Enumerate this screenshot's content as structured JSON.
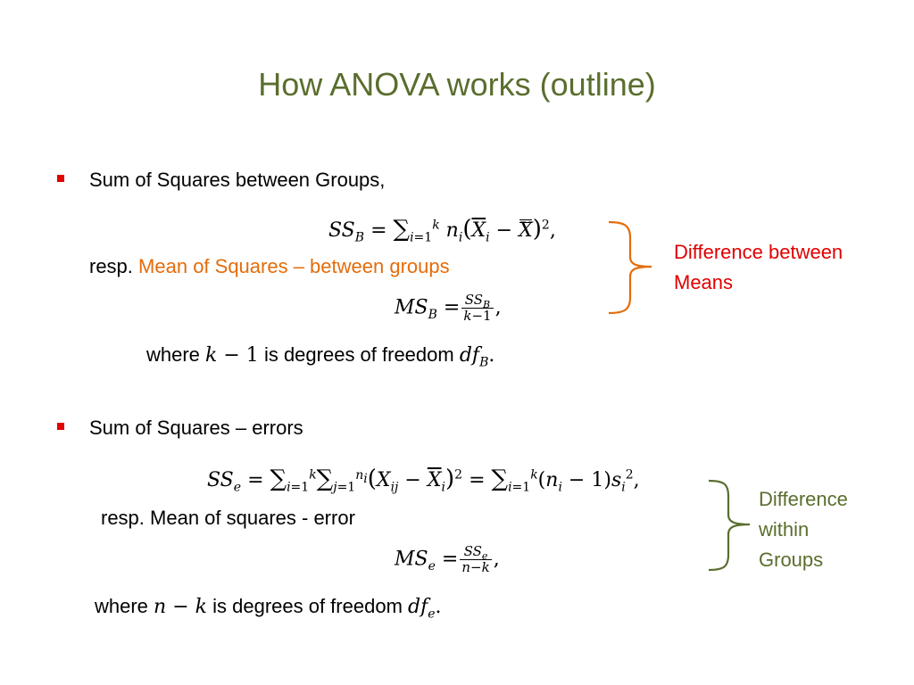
{
  "title": "How ANOVA works (outline)",
  "section1": {
    "heading": "Sum of Squares between Groups,",
    "resp_prefix": "resp.",
    "resp_highlight": "Mean of Squares – between groups",
    "where_prefix": "where",
    "where_middle": "is degrees of freedom",
    "annotation_line1": "Difference between",
    "annotation_line2": "Means"
  },
  "section2": {
    "heading": "Sum of Squares – errors",
    "resp_text": "resp. Mean of squares - error",
    "where_prefix": "where",
    "where_middle": "is degrees of freedom",
    "annotation_line1": "Difference",
    "annotation_line2": "within",
    "annotation_line3": "Groups"
  },
  "colors": {
    "title": "#5a6e2e",
    "bullet": "#e00000",
    "highlight": "#e46c0a",
    "annotation1": "#e00000",
    "annotation2": "#5a6e2e",
    "brace1": "#e46c0a",
    "brace2": "#5a6e2e"
  }
}
